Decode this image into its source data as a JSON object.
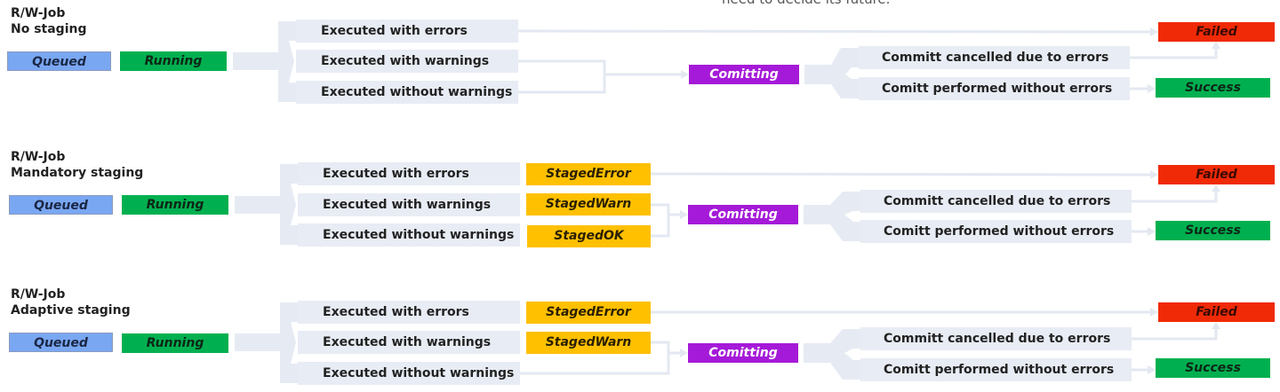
{
  "note_text": "need to decide its future.",
  "colors": {
    "label_bg": "#e8ecf4",
    "connector": "#e6ebf3",
    "queued": "#7aa7f2",
    "running": "#00b050",
    "failed": "#f02a07",
    "success": "#00b050",
    "comitting": "#a51ad8",
    "staged": "#ffc000"
  },
  "sections": [
    {
      "title1": "R/W-Job",
      "title2": "No staging",
      "queued": "Queued",
      "running": "Running",
      "outcome_errors": "Executed with errors",
      "outcome_warnings": "Executed with warnings",
      "outcome_none": "Executed without warnings",
      "staged_error": "",
      "staged_warn": "",
      "staged_ok": "",
      "comitting": "Comitting",
      "commit_cancelled": "Committ cancelled due to errors",
      "commit_performed": "Comitt performed without errors",
      "failed": "Failed",
      "success": "Success"
    },
    {
      "title1": "R/W-Job",
      "title2": "Mandatory staging",
      "queued": "Queued",
      "running": "Running",
      "outcome_errors": "Executed with errors",
      "outcome_warnings": "Executed with warnings",
      "outcome_none": "Executed without warnings",
      "staged_error": "StagedError",
      "staged_warn": "StagedWarn",
      "staged_ok": "StagedOK",
      "comitting": "Comitting",
      "commit_cancelled": "Committ cancelled due to errors",
      "commit_performed": "Comitt performed without errors",
      "failed": "Failed",
      "success": "Success"
    },
    {
      "title1": "R/W-Job",
      "title2": "Adaptive staging",
      "queued": "Queued",
      "running": "Running",
      "outcome_errors": "Executed with errors",
      "outcome_warnings": "Executed with warnings",
      "outcome_none": "Executed without warnings",
      "staged_error": "StagedError",
      "staged_warn": "StagedWarn",
      "staged_ok": "",
      "comitting": "Comitting",
      "commit_cancelled": "Committ cancelled due to errors",
      "commit_performed": "Comitt performed without errors",
      "failed": "Failed",
      "success": "Success"
    }
  ]
}
